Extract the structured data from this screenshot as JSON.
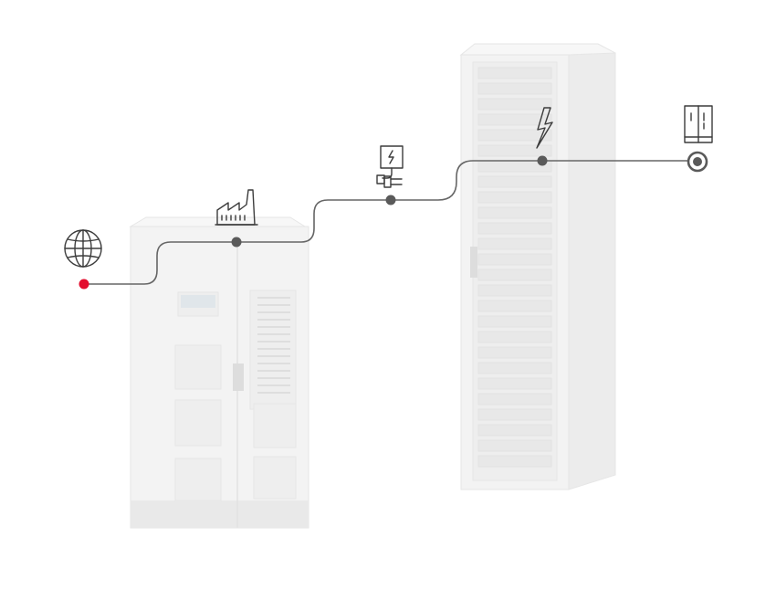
{
  "diagram": {
    "colors": {
      "line": "#666666",
      "node": "#5a5a5a",
      "source_dot": "#e30e2e",
      "icon": "#3c3c3c",
      "cabinet": "#f3f3f3",
      "cabinet_edge": "#e6e6e6",
      "background": "#ffffff"
    },
    "nodes": [
      {
        "id": "grid",
        "icon": "globe-icon",
        "kind": "source"
      },
      {
        "id": "factory",
        "icon": "factory-icon",
        "kind": "junction"
      },
      {
        "id": "charger",
        "icon": "ev-charger-plug-icon",
        "kind": "junction"
      },
      {
        "id": "power",
        "icon": "lightning-bolt-icon",
        "kind": "junction"
      },
      {
        "id": "load",
        "icon": "server-cabinet-icon",
        "kind": "endpoint"
      }
    ],
    "equipment": [
      {
        "id": "ups-cabinet",
        "icon": "double-door-cabinet-image"
      },
      {
        "id": "battery-rack",
        "icon": "tall-rack-cabinet-image"
      }
    ]
  }
}
